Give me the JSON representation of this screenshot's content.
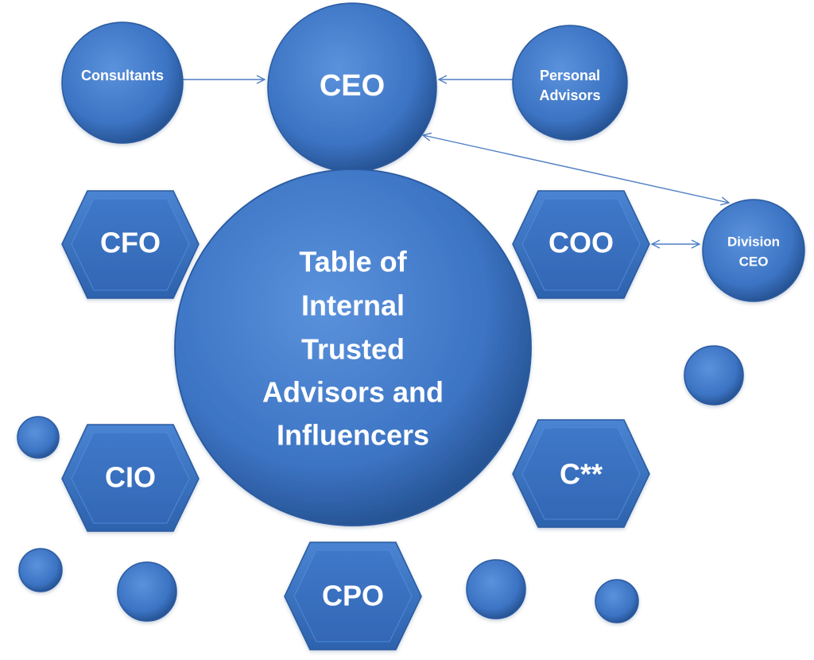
{
  "center": {
    "lines": [
      "Table of",
      "Internal",
      "Trusted",
      "Advisors and",
      "Influencers"
    ]
  },
  "nodes": {
    "ceo": "CEO",
    "consultants": "Consultants",
    "personal_advisors": [
      "Personal",
      "Advisors"
    ],
    "division_ceo": [
      "Division",
      "CEO"
    ],
    "cfo": "CFO",
    "coo": "COO",
    "cio": "CIO",
    "c_other": "C**",
    "cpo": "CPO"
  },
  "colors": {
    "fill_light": "#5b92dc",
    "fill_mid": "#3c74c4",
    "fill_dark": "#24508f",
    "edge": "#2a5a9f",
    "arrow": "#4f7fc3"
  },
  "icons": {
    "arrow": "arrow-icon"
  }
}
